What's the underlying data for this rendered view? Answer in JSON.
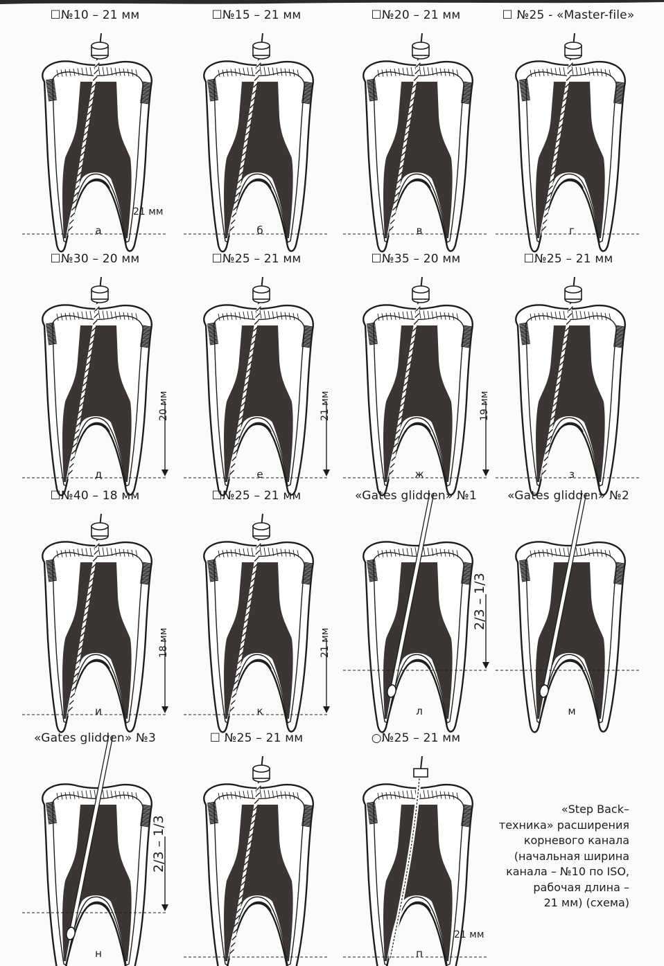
{
  "panels": [
    {
      "id": "a",
      "letter": "а",
      "caption": "☐№10 – 21 мм",
      "instrument": "file",
      "depth_label": "21 мм",
      "depth_style": "horizontal"
    },
    {
      "id": "b",
      "letter": "б",
      "caption": "☐№15 – 21 мм",
      "instrument": "file",
      "depth_label": "",
      "depth_style": "none"
    },
    {
      "id": "v",
      "letter": "в",
      "caption": "☐№20 – 21 мм",
      "instrument": "file",
      "depth_label": "",
      "depth_style": "none"
    },
    {
      "id": "g",
      "letter": "г",
      "caption": "☐ №25 - «Master-file»",
      "instrument": "file",
      "depth_label": "",
      "depth_style": "none"
    },
    {
      "id": "d",
      "letter": "д",
      "caption": "☐№30 – 20 мм",
      "instrument": "file",
      "depth_label": "20 мм",
      "depth_style": "vertical"
    },
    {
      "id": "e",
      "letter": "е",
      "caption": "☐№25 – 21 мм",
      "instrument": "file",
      "depth_label": "21 мм",
      "depth_style": "vertical"
    },
    {
      "id": "zh",
      "letter": "ж",
      "caption": "☐№35 – 20 мм",
      "instrument": "file",
      "depth_label": "19 мм",
      "depth_style": "vertical"
    },
    {
      "id": "z",
      "letter": "з",
      "caption": "☐№25 – 21 мм",
      "instrument": "file",
      "depth_label": "",
      "depth_style": "none"
    },
    {
      "id": "i",
      "letter": "и",
      "caption": "☐№40 – 18 мм",
      "instrument": "file",
      "depth_label": "18 мм",
      "depth_style": "vertical"
    },
    {
      "id": "k",
      "letter": "к",
      "caption": "☐№25 – 21 мм",
      "instrument": "file",
      "depth_label": "21 мм",
      "depth_style": "vertical"
    },
    {
      "id": "l",
      "letter": "л",
      "caption": "«Gates glidden» №1",
      "instrument": "gates",
      "depth_label": "2/3 – 1/3",
      "depth_style": "fraction"
    },
    {
      "id": "m",
      "letter": "м",
      "caption": "«Gates glidden» №2",
      "instrument": "gates",
      "depth_label": "",
      "depth_style": "none"
    },
    {
      "id": "n",
      "letter": "н",
      "caption": "«Gates glidden» №3",
      "instrument": "gates",
      "depth_label": "2/3 – 1/3",
      "depth_style": "fraction"
    },
    {
      "id": "o",
      "letter": "",
      "caption": "☐ №25 – 21 мм",
      "instrument": "file",
      "depth_label": "",
      "depth_style": "none"
    },
    {
      "id": "p",
      "letter": "п",
      "caption": "○№25 – 21 мм",
      "instrument": "fill",
      "depth_label": "21 мм",
      "depth_style": "horizontal"
    }
  ],
  "note": {
    "lines": [
      "«Step Back–",
      "техника» расширения",
      "корневого канала",
      "(начальная ширина",
      "канала – №10 по ISO,",
      "рабочая длина –",
      "21 мм) (схема)"
    ]
  },
  "colors": {
    "ink": "#1d1d1d",
    "pulp": "#3b3633",
    "paper": "#fbfbf9"
  }
}
